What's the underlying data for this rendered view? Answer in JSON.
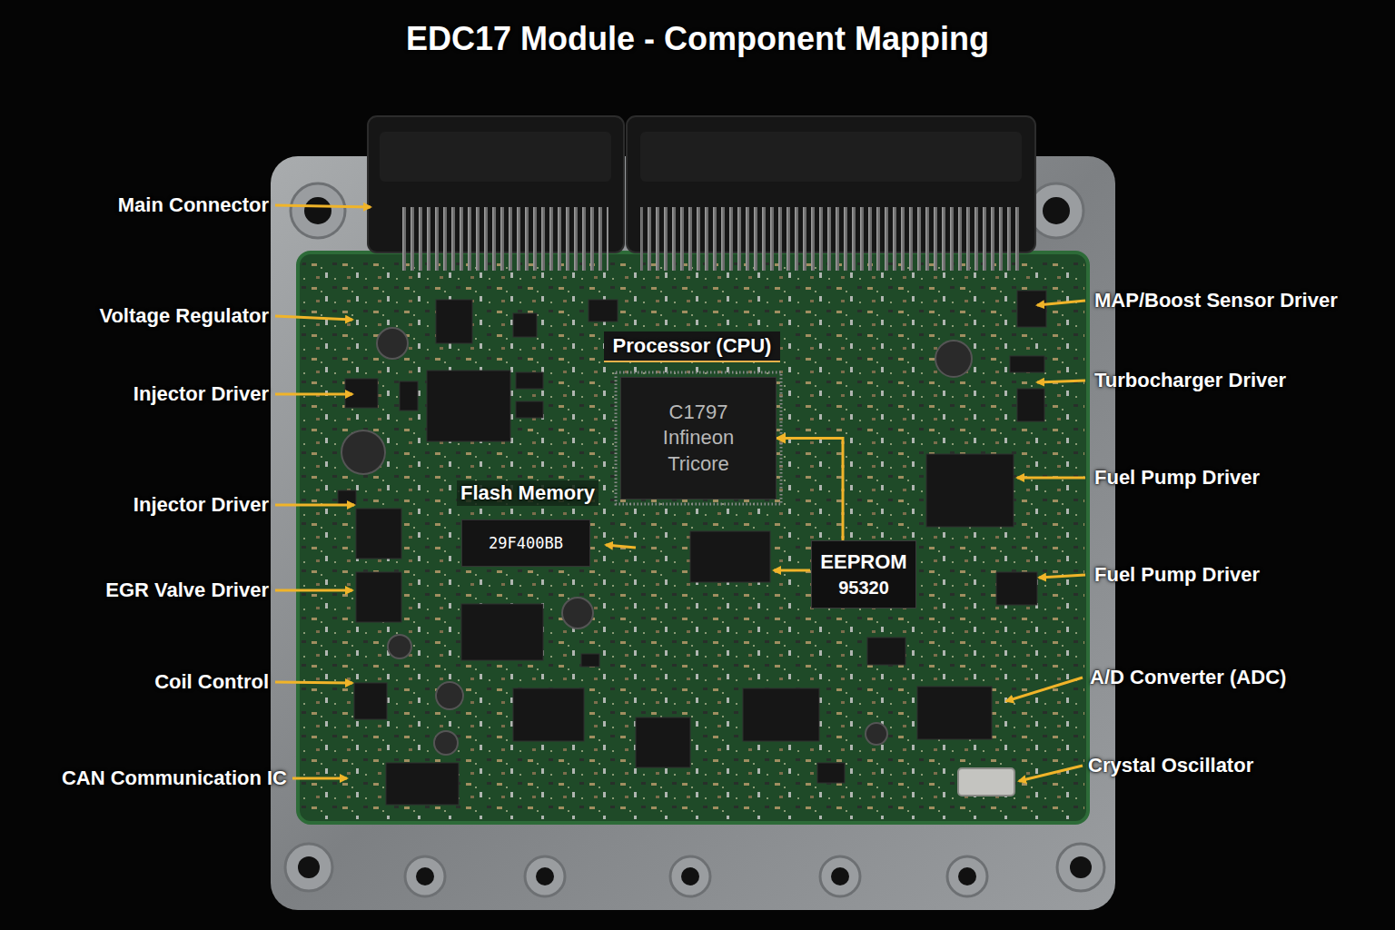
{
  "diagram": {
    "title": "EDC17 Module - Component Mapping",
    "nodes": [
      {
        "text": [
          "C1797 Infineon Tricore"
        ]
      },
      {
        "text": [
          "29F400BB"
        ]
      },
      {
        "text": [
          "EEPROM",
          "95320"
        ]
      }
    ],
    "edges": [
      {
        "from": 2,
        "to": 0,
        "arrow": "to"
      }
    ],
    "labels": [
      "Main Connector",
      "Voltage Regulator",
      "Injector Driver",
      "Injector Driver",
      "EGR Valve Driver",
      "Coil Control",
      "CAN Communication IC",
      "MAP/Boost Sensor Driver",
      "Turbocharger Driver",
      "Fuel Pump Driver",
      "Fuel Pump Driver",
      "A/D Converter (ADC)",
      "Crystal Oscillator",
      "Processor (CPU)",
      "Flash Memory"
    ]
  }
}
